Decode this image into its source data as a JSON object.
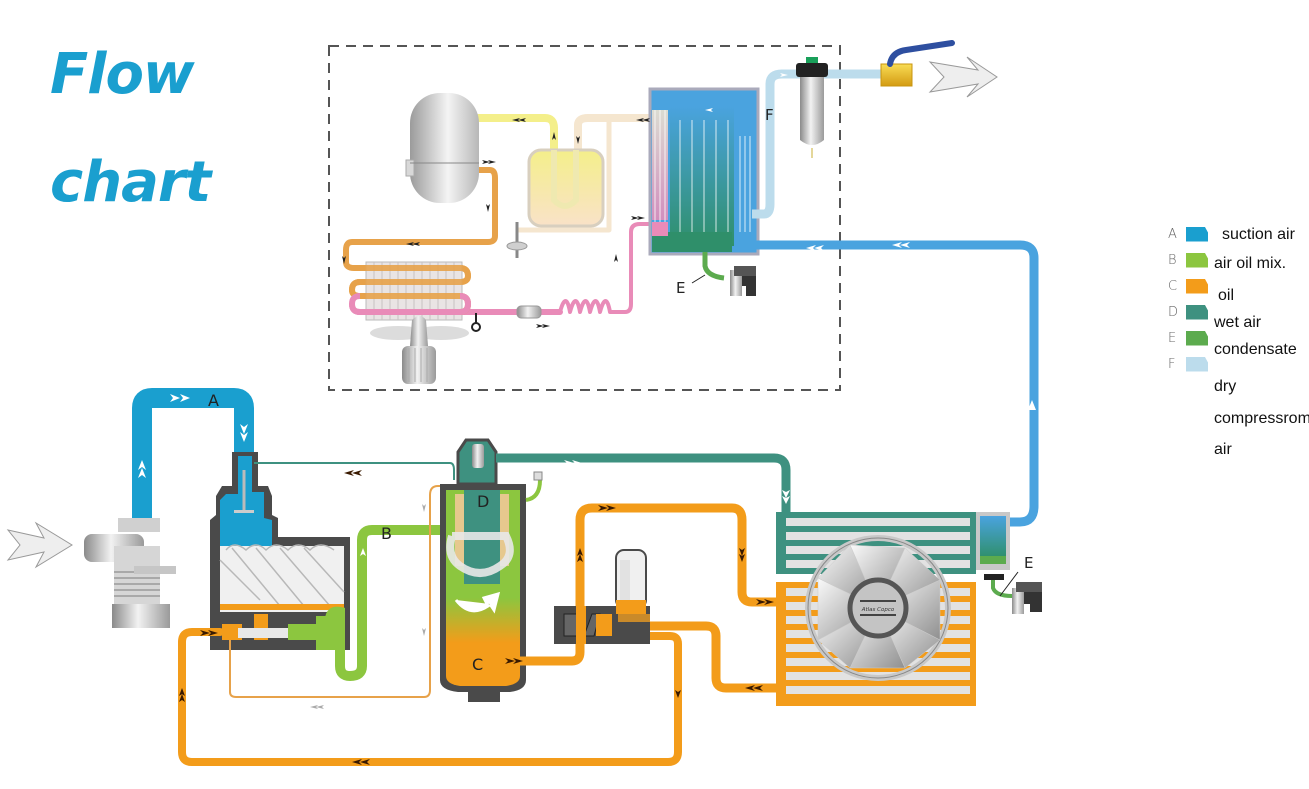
{
  "title": {
    "line1": "Flow",
    "line2": "chart"
  },
  "colors": {
    "title": "#1a9fcf",
    "suction_air": "#1a9fcf",
    "air_oil_mix": "#8cc63f",
    "oil": "#f39c1a",
    "wet_air": "#3e9180",
    "condensate": "#5cab4e",
    "dry_air": "#bcdcec",
    "cooling_air": "#4aa3df",
    "refrigerant_hot": "#e7a24a",
    "refrigerant_cold": "#e98bb8",
    "refrigerant_gas": "#f4ef8a",
    "casing": "#4a4a4a"
  },
  "legend": {
    "items": [
      {
        "letter": "A",
        "label": "suction air",
        "color": "#1a9fcf"
      },
      {
        "letter": "B",
        "label": "air oil mix.",
        "color": "#8cc63f"
      },
      {
        "letter": "C",
        "label": "oil",
        "color": "#f39c1a"
      },
      {
        "letter": "D",
        "label": "wet air",
        "color": "#3e9180"
      },
      {
        "letter": "E",
        "label": "condensate",
        "color": "#5cab4e"
      },
      {
        "letter": "F",
        "label": "dry compressrom air",
        "color": "#bcdcec"
      }
    ],
    "text_lines": [
      "suction air",
      "air oil mix.",
      "oil",
      "wet air",
      "condensate",
      "dry",
      "compressrom",
      "air"
    ]
  },
  "diagram_labels": {
    "A": "A",
    "B": "B",
    "C": "C",
    "D": "D",
    "E_dryer": "E",
    "E_aftercooler": "E",
    "F": "F",
    "fan_brand": "Atlas Copco"
  },
  "components": [
    "inlet-filter",
    "inlet-valve",
    "screw-element",
    "oil-separator-vessel",
    "thermostatic-valve",
    "oil-filter",
    "oil-cooler",
    "aftercooler",
    "cooling-fan",
    "water-separator",
    "drain-valve",
    "refrigerant-dryer",
    "refrigerant-compressor",
    "condenser",
    "expansion-capillary",
    "air-to-air-heat-exchanger",
    "line-filter",
    "outlet-ball-valve"
  ]
}
